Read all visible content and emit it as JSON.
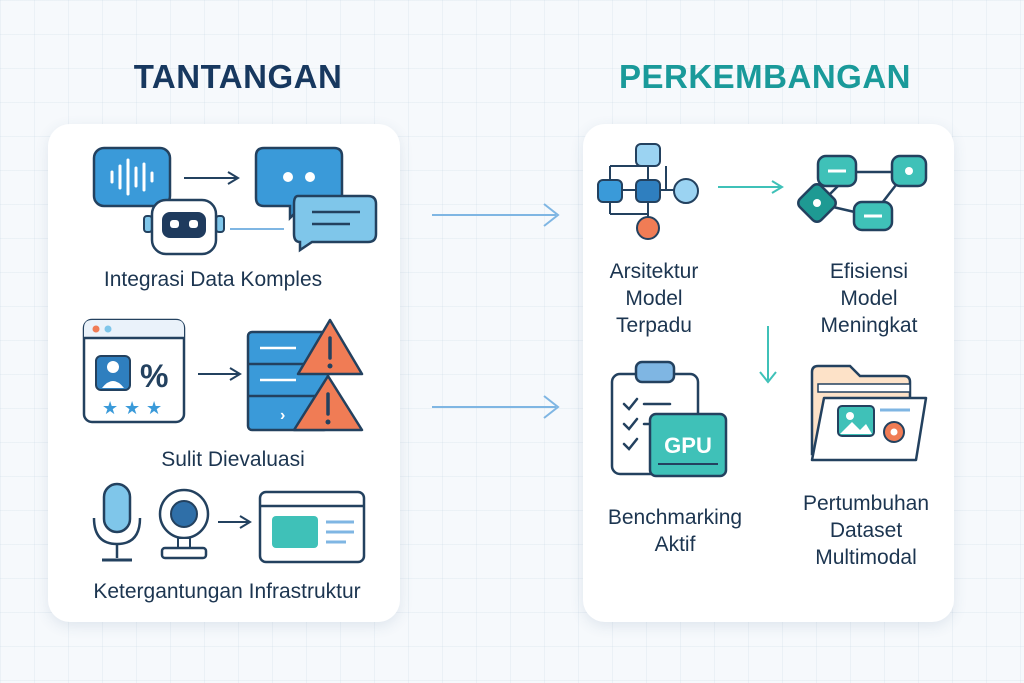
{
  "left": {
    "heading": "TANTANGAN",
    "items": [
      {
        "label": "Integrasi Data Komples"
      },
      {
        "label": "Sulit Dievaluasi"
      },
      {
        "label": "Ketergantungan Infrastruktur"
      }
    ]
  },
  "right": {
    "heading": "PERKEMBANGAN",
    "items": [
      {
        "label": "Arsitektur\nModel\nTerpadu"
      },
      {
        "label": "Efisiensi\nModel\nMeningkat"
      },
      {
        "label": "Benchmarking\nAktif"
      },
      {
        "label": "Pertumbuhan\nDataset\nMultimodal"
      }
    ],
    "gpu_text": "GPU"
  },
  "colors": {
    "navy": "#17385f",
    "teal_heading": "#1a9a9a",
    "arrow": "#7fb6e3",
    "blue": "#3a9ad9",
    "teal": "#3fc1b8",
    "orange": "#f07c55",
    "outline": "#23415f"
  },
  "icons": [
    "audio-wave-icon",
    "robot-icon",
    "chat-bubbles-icon",
    "rating-window-icon",
    "server-warning-icon",
    "microphone-icon",
    "webcam-icon",
    "browser-window-icon",
    "network-nodes-icon",
    "linked-nodes-icon",
    "clipboard-gpu-icon",
    "folder-image-icon"
  ]
}
